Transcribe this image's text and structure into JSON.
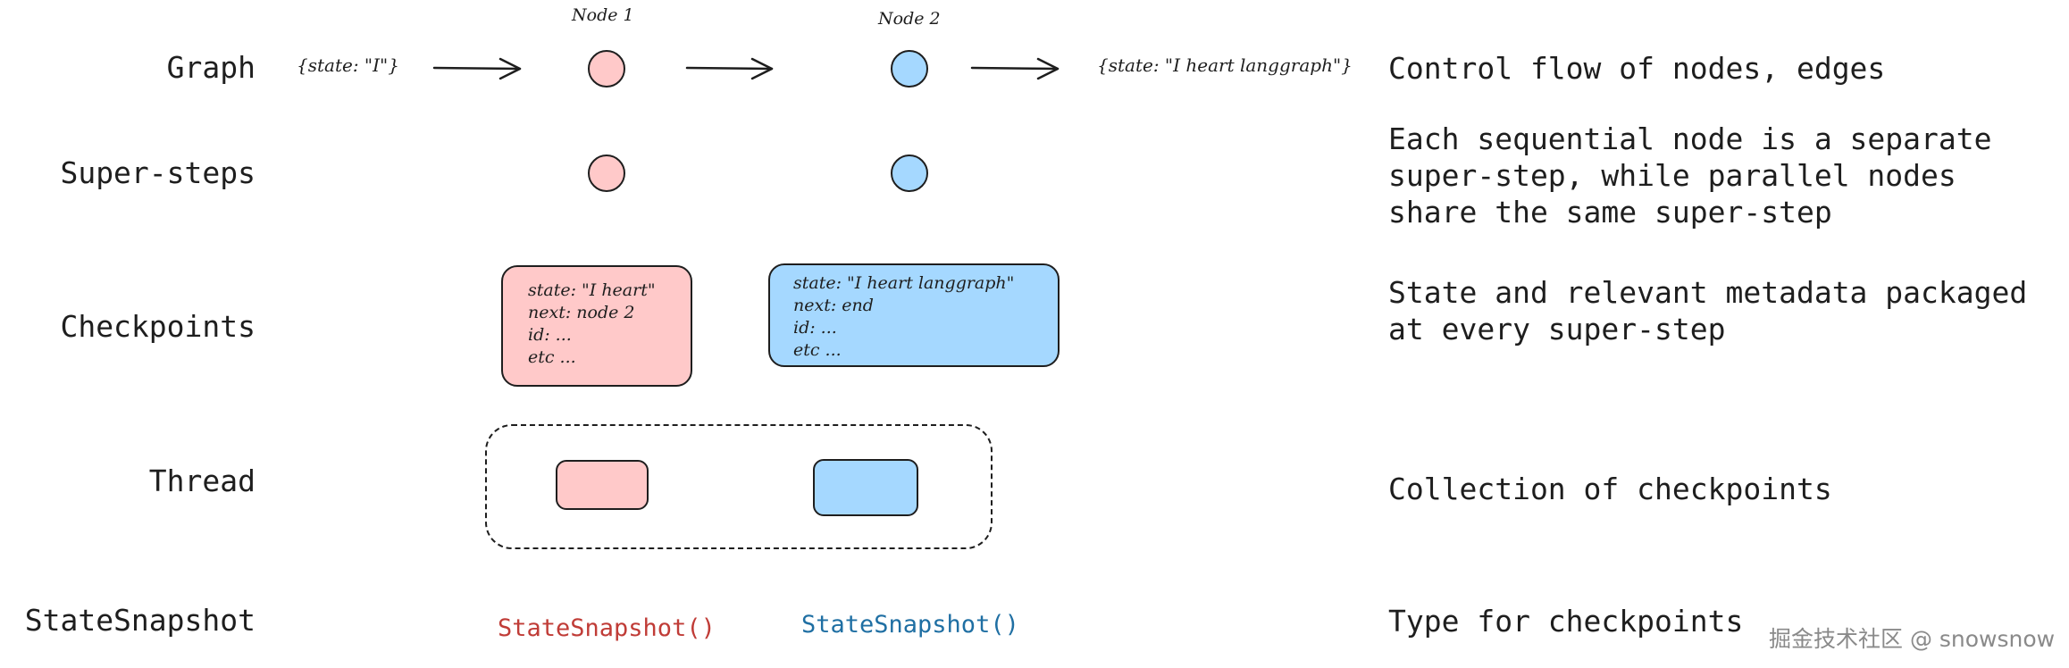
{
  "row_labels": {
    "graph": "Graph",
    "super_steps": "Super-steps",
    "checkpoints": "Checkpoints",
    "thread": "Thread",
    "state_snapshot": "StateSnapshot"
  },
  "graph": {
    "input_state": "{state: \"I\"}",
    "output_state": "{state: \"I heart langgraph\"}",
    "node1_label": "Node 1",
    "node2_label": "Node 2"
  },
  "checkpoints": {
    "first": [
      "state: \"I heart\"",
      "next: node 2",
      "id: ...",
      "etc ..."
    ],
    "second": [
      "state: \"I heart langgraph\"",
      "next: end",
      "id: ...",
      "etc ..."
    ]
  },
  "state_snapshot": {
    "first": "StateSnapshot()",
    "second": "StateSnapshot()"
  },
  "descriptions": {
    "graph": "Control flow of nodes, edges",
    "super_steps": [
      "Each sequential node is a separate",
      "super-step, while parallel nodes",
      "share the same super-step"
    ],
    "checkpoints": [
      "State and relevant metadata packaged",
      "at every super-step"
    ],
    "thread": "Collection of checkpoints",
    "state_snapshot": "Type for checkpoints"
  },
  "watermark": "掘金技术社区 @ snowsnow",
  "colors": {
    "node1_fill": "#ffc9c9",
    "node2_fill": "#a5d8ff",
    "snapshot1_text": "#c03c37",
    "snapshot2_text": "#1f6fa3",
    "stroke": "#1e1e1e"
  }
}
